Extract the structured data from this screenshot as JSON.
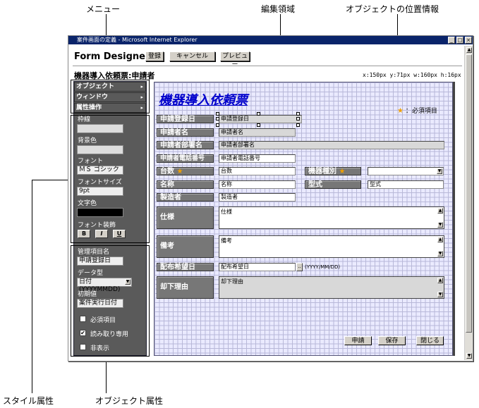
{
  "annotations": {
    "menu": "メニュー",
    "edit_area": "編集領域",
    "position_info": "オブジェクトの位置情報",
    "style_attributes": "スタイル属性",
    "object_attributes": "オブジェクト属性"
  },
  "window": {
    "title": "案件画面の定義 - Microsoft Internet Explorer",
    "controls": [
      "_",
      "□",
      "×"
    ]
  },
  "header": {
    "app_title": "Form Designer",
    "buttons": {
      "register": "登録",
      "cancel": "キャンセル",
      "preview": "プレビュー"
    },
    "form_path": "機器導入依頼票:申請者",
    "position_readout": "x:150px y:71px w:160px h:16px"
  },
  "menu": {
    "items": [
      {
        "label": "オブジェクト",
        "arrow": "▸"
      },
      {
        "label": "ウィンドウ",
        "arrow": "▸"
      },
      {
        "label": "属性操作",
        "arrow": "▸"
      }
    ]
  },
  "style_panel": {
    "border_label": "枠線",
    "border_value": "",
    "bg_label": "背景色",
    "bg_value": "",
    "font_label": "フォント",
    "font_value": "ＭＳ ゴシック",
    "font_size_label": "フォントサイズ",
    "font_size_value": "9pt",
    "text_color_label": "文字色",
    "text_color": "#000000",
    "decoration_label": "フォント装飾",
    "decoration_buttons": [
      "B",
      "I",
      "U"
    ]
  },
  "object_panel": {
    "item_name_label": "管理項目名",
    "item_name_value": "申請登録日",
    "data_type_label": "データ型",
    "data_type_value": "日付(YYYYMMDD)",
    "initial_label": "初期値",
    "initial_value": "案件実行日付",
    "checkboxes": [
      {
        "label": "必須項目",
        "checked": false,
        "mark": ""
      },
      {
        "label": "読み取り専用",
        "checked": true,
        "mark": "✔"
      },
      {
        "label": "非表示",
        "checked": false,
        "mark": ""
      }
    ]
  },
  "form": {
    "title": "機器導入依頼票",
    "required_legend": "：必須項目",
    "star": "★",
    "fields": {
      "reg_date": {
        "label": "申請登録日",
        "value": "申請登録日"
      },
      "applicant": {
        "label": "申請者名",
        "value": "申請者名"
      },
      "dept": {
        "label": "申請者部署名",
        "value": "申請者部署名"
      },
      "phone": {
        "label": "申請者電話番号",
        "value": "申請者電話番号"
      },
      "qty": {
        "label": "台数",
        "value": "台数"
      },
      "category": {
        "label": "機器種別",
        "value": ""
      },
      "name": {
        "label": "名称",
        "value": "名称"
      },
      "model": {
        "label": "型式",
        "value": "型式"
      },
      "maker": {
        "label": "製造者",
        "value": "製造者"
      },
      "spec": {
        "label": "仕様",
        "value": "仕様"
      },
      "notes": {
        "label": "備考",
        "value": "備考"
      },
      "delivery": {
        "label": "配布希望日",
        "value": "配布希望日",
        "button": "..",
        "format": "(YYYY/MM/DD)"
      },
      "reject": {
        "label": "却下理由",
        "value": "却下理由"
      }
    },
    "buttons": {
      "apply": "申請",
      "save": "保存",
      "close": "閉じる"
    }
  },
  "colors": {
    "titlebar": "#0a246a",
    "panel": "#5a5a5a",
    "grid_bg": "#eaeaff",
    "form_title": "#0000cc",
    "star": "#f0a000"
  }
}
